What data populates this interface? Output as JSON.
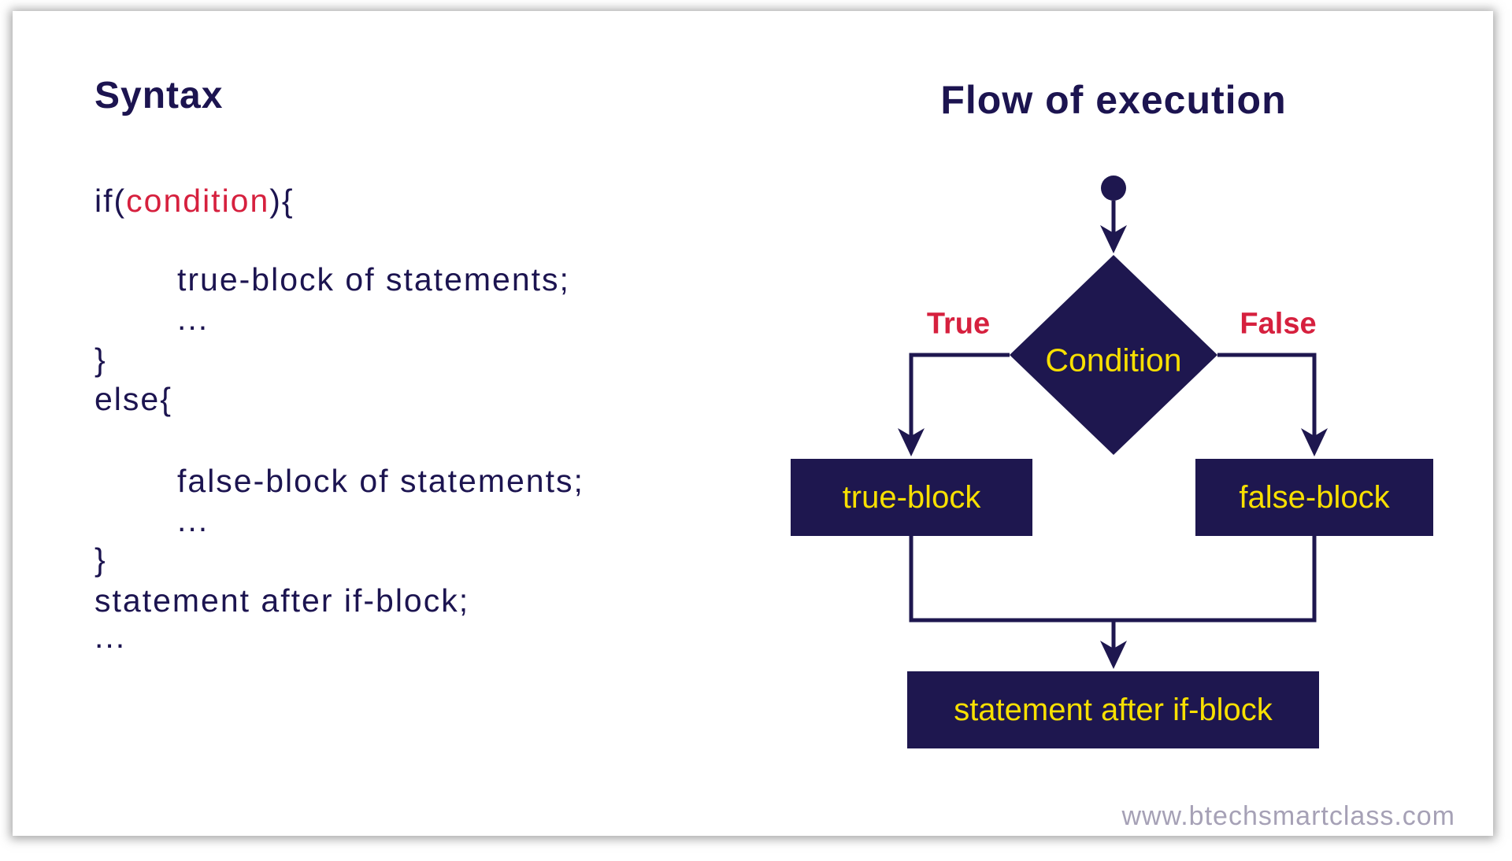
{
  "syntax": {
    "title": "Syntax",
    "line1": {
      "pre": "if(",
      "keyword": "condition",
      "post": "){"
    },
    "true_line": "true-block of statements;",
    "ellipsis": "...",
    "closing_brace": "}",
    "else_line": "else{",
    "false_line": "false-block of statements;",
    "after_line": "statement after if-block;"
  },
  "flow": {
    "title": "Flow of execution",
    "true_branch_label": "True",
    "false_branch_label": "False",
    "condition_label": "Condition",
    "true_block_label": "true-block",
    "false_block_label": "false-block",
    "statement_label": "statement after if-block"
  },
  "footer": {
    "watermark": "www.btechsmartclass.com"
  },
  "colors": {
    "navy": "#1e174f",
    "text_navy": "#1c1450",
    "yellow": "#f8e000",
    "red": "#d6203e",
    "watermark_gray": "#a6a1b6"
  }
}
